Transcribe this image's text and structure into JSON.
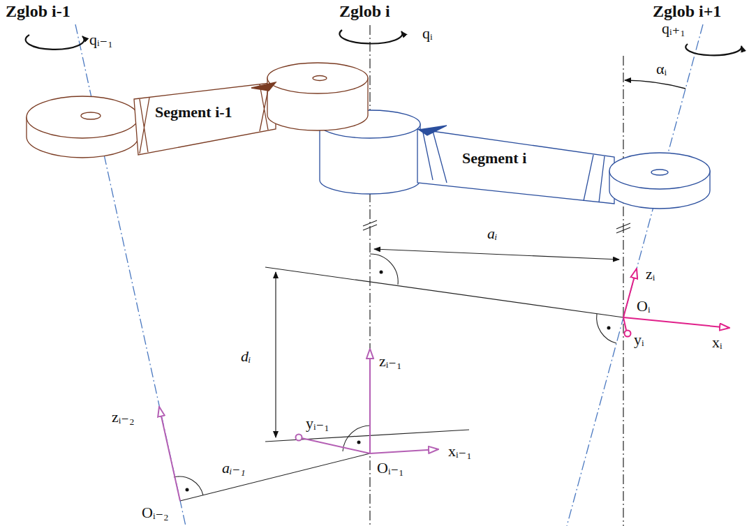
{
  "diagram": {
    "nodes": [
      {
        "text": [
          "Segment i-1"
        ]
      },
      {
        "text": [
          "Segment i"
        ]
      }
    ],
    "labels": [
      "Zglob i-1",
      "Zglob i",
      "Zglob i+1",
      "qᵢ₋₁",
      "qᵢ",
      "qᵢ₊₁",
      "αᵢ",
      "aᵢ",
      "zᵢ",
      "Oᵢ",
      "xᵢ",
      "yᵢ",
      "dᵢ",
      "zᵢ₋₁",
      "yᵢ₋₁",
      "xᵢ₋₁",
      "Oᵢ₋₁",
      "zᵢ₋₂",
      "aᵢ₋₁",
      "Oᵢ₋₂"
    ]
  }
}
